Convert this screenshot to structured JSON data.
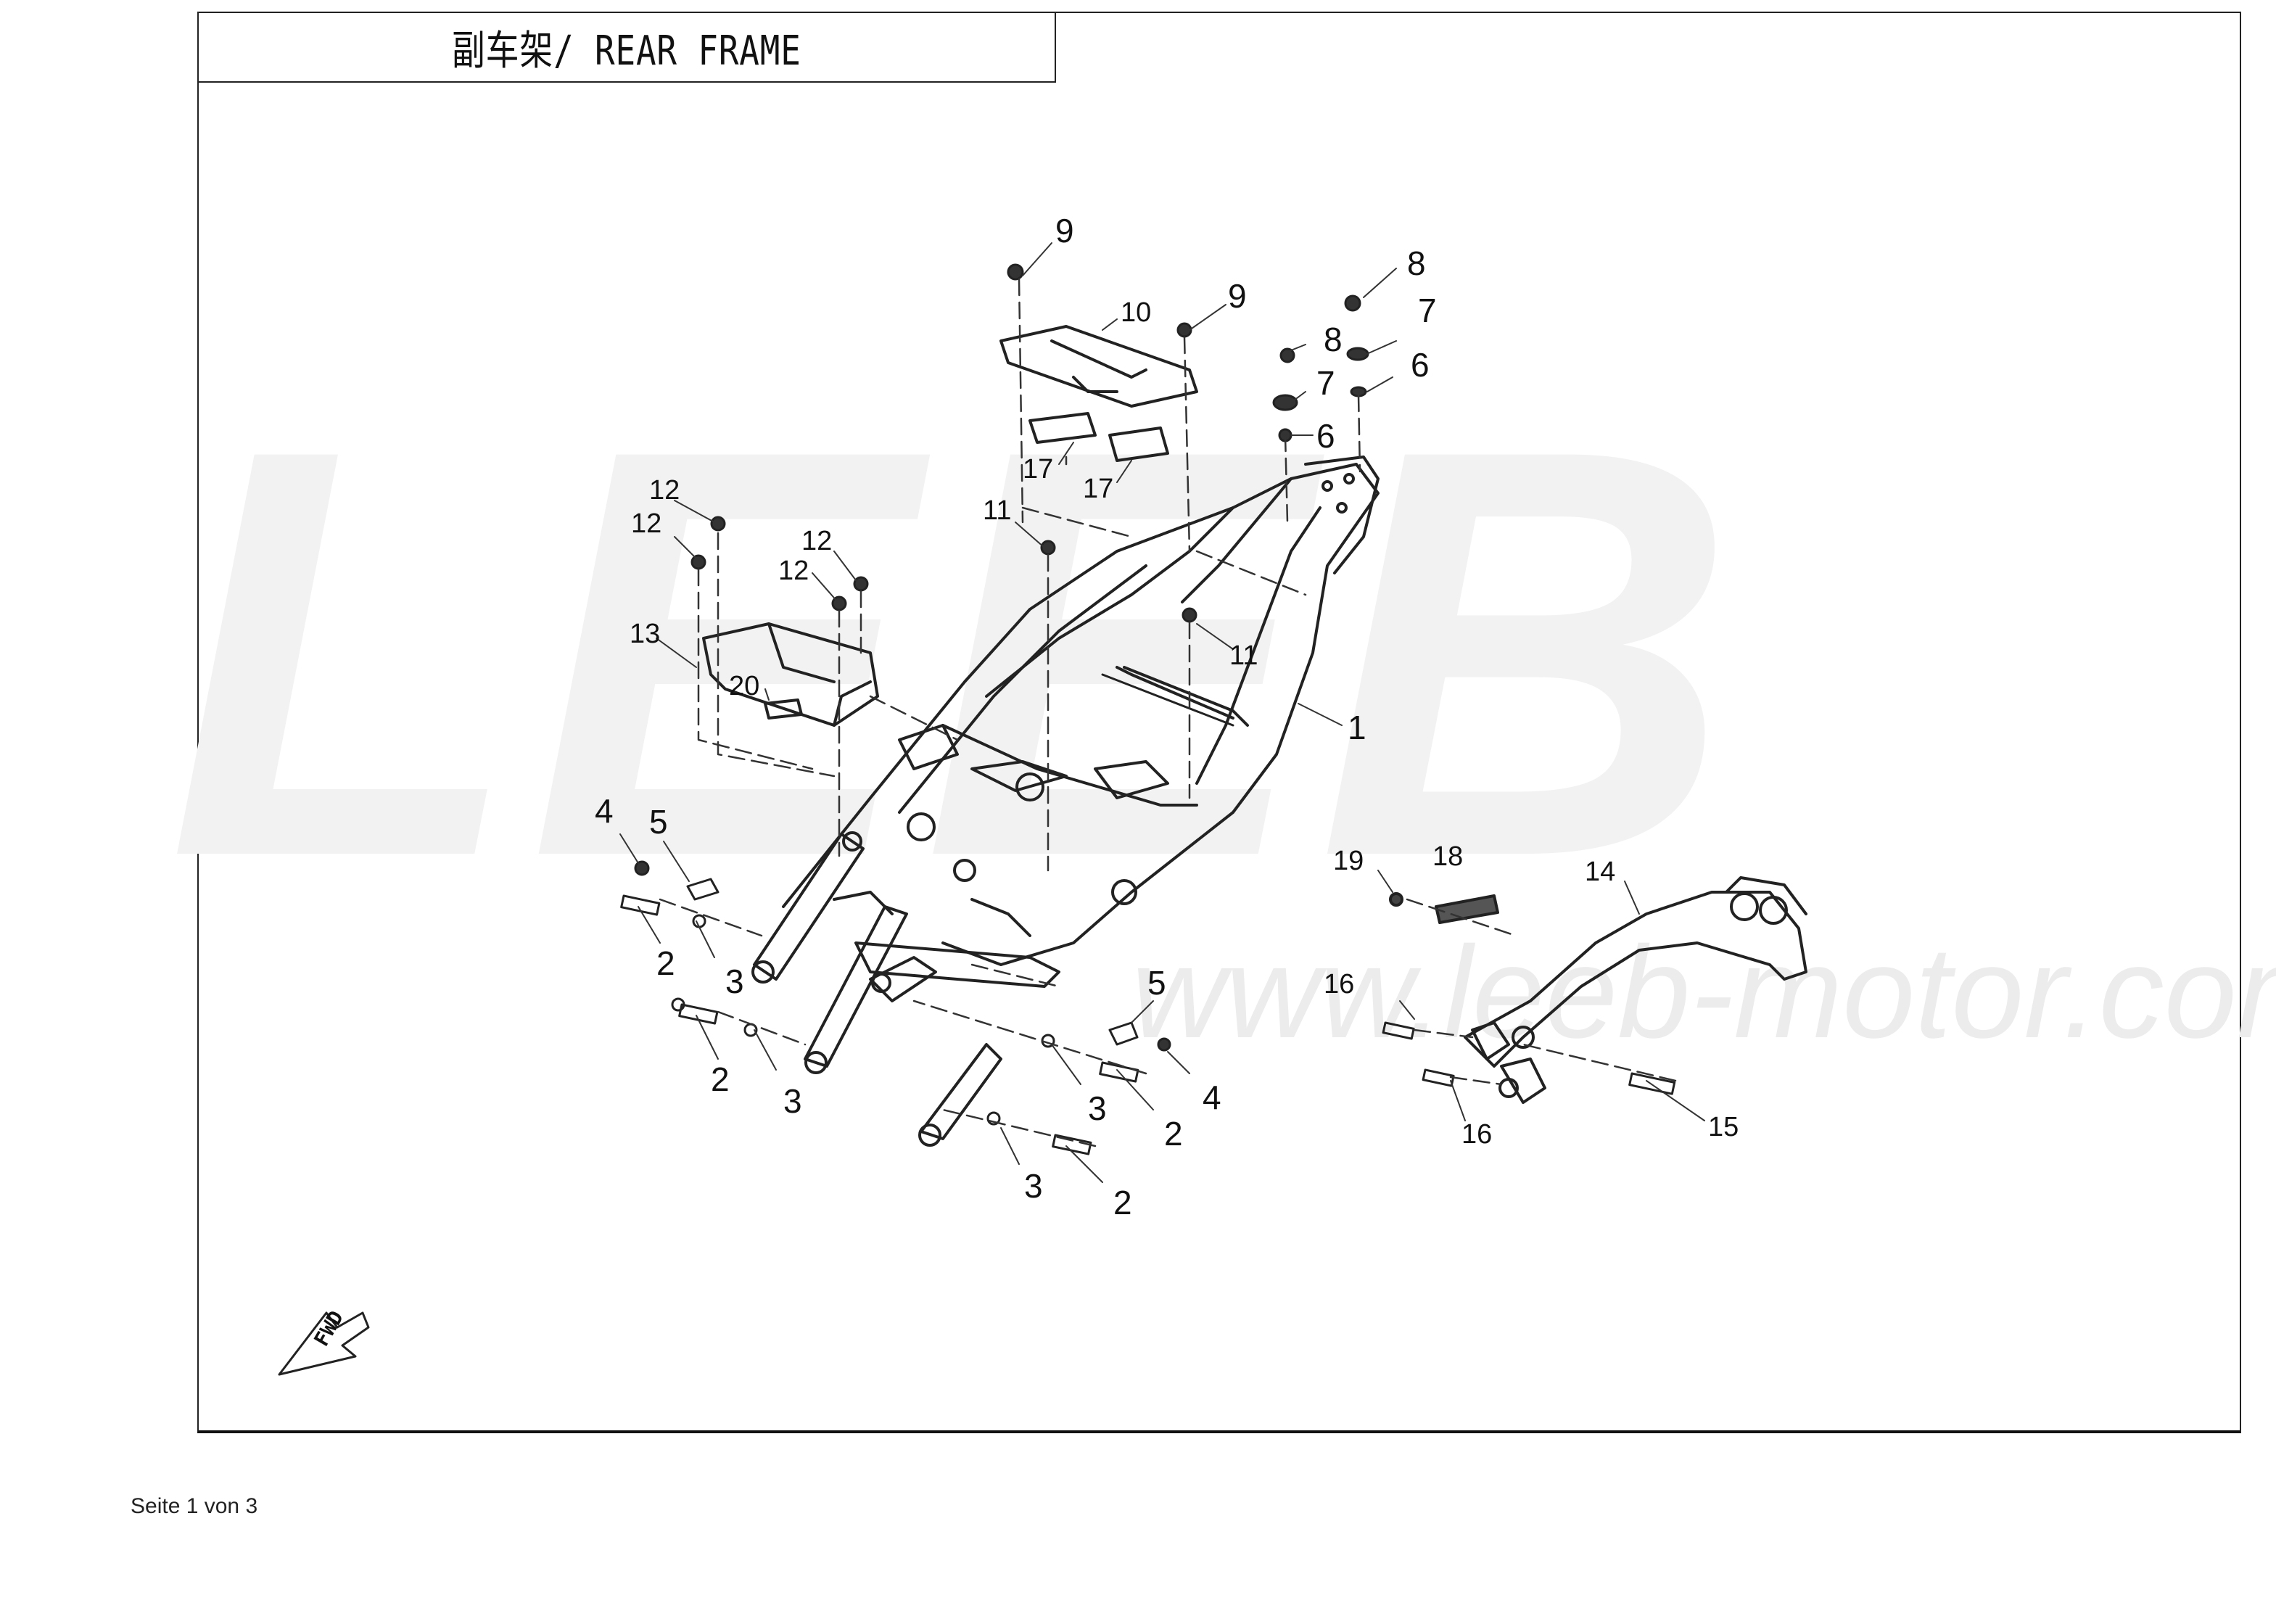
{
  "header": {
    "title": "副车架/ REAR FRAME"
  },
  "watermark": {
    "logo_text": "LEEB",
    "url_text": "www.leeb-motor.com"
  },
  "footer": {
    "page_text": "Seite 1 von 3"
  },
  "direction_indicator": {
    "label": "FWD"
  },
  "callouts": [
    {
      "label": "1"
    },
    {
      "label": "2"
    },
    {
      "label": "2"
    },
    {
      "label": "2"
    },
    {
      "label": "2"
    },
    {
      "label": "3"
    },
    {
      "label": "3"
    },
    {
      "label": "3"
    },
    {
      "label": "3"
    },
    {
      "label": "4"
    },
    {
      "label": "4"
    },
    {
      "label": "5"
    },
    {
      "label": "5"
    },
    {
      "label": "6"
    },
    {
      "label": "6"
    },
    {
      "label": "7"
    },
    {
      "label": "7"
    },
    {
      "label": "8"
    },
    {
      "label": "8"
    },
    {
      "label": "9"
    },
    {
      "label": "9"
    },
    {
      "label": "10"
    },
    {
      "label": "11"
    },
    {
      "label": "11"
    },
    {
      "label": "12"
    },
    {
      "label": "12"
    },
    {
      "label": "12"
    },
    {
      "label": "12"
    },
    {
      "label": "13"
    },
    {
      "label": "14"
    },
    {
      "label": "15"
    },
    {
      "label": "16"
    },
    {
      "label": "16"
    },
    {
      "label": "17"
    },
    {
      "label": "17"
    },
    {
      "label": "18"
    },
    {
      "label": "19"
    },
    {
      "label": "20"
    }
  ]
}
